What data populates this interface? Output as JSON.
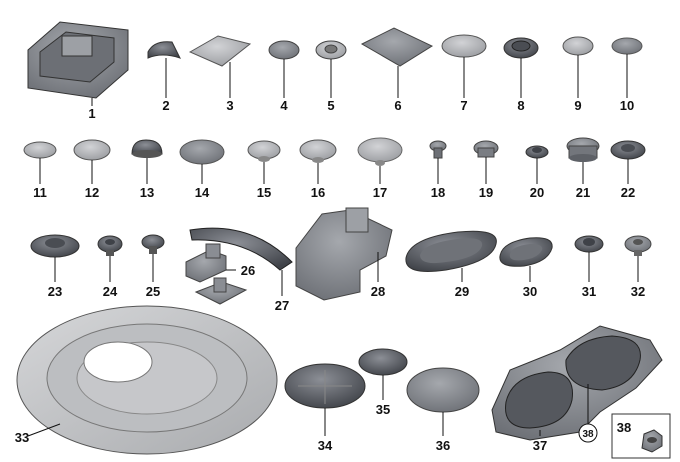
{
  "diagram": {
    "callouts": [
      "1",
      "2",
      "3",
      "4",
      "5",
      "6",
      "7",
      "8",
      "9",
      "10",
      "11",
      "12",
      "13",
      "14",
      "15",
      "16",
      "17",
      "18",
      "19",
      "20",
      "21",
      "22",
      "23",
      "24",
      "25",
      "26",
      "27",
      "28",
      "29",
      "30",
      "31",
      "32",
      "33",
      "34",
      "35",
      "36",
      "37",
      "38"
    ],
    "legend_callout": "38",
    "colors": {
      "part_dark": "#5a5d64",
      "part_mid": "#8a8d93",
      "part_light": "#b9bbbf",
      "plate": "#c9cacc",
      "label": "#111111"
    }
  }
}
